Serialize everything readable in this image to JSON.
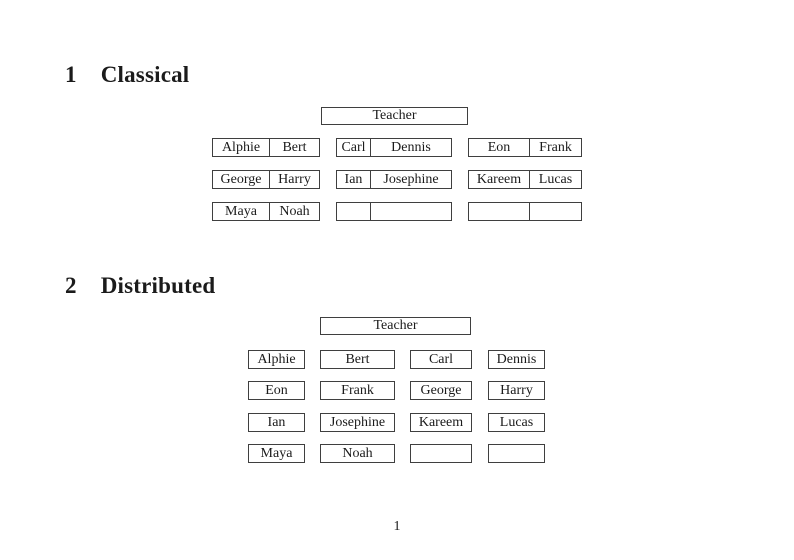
{
  "classical": {
    "number": "1",
    "title": "Classical",
    "teacher": "Teacher",
    "rows": [
      {
        "desks": [
          {
            "left": "Alphie",
            "right": "Bert"
          },
          {
            "left": "Carl",
            "right": "Dennis"
          },
          {
            "left": "Eon",
            "right": "Frank"
          }
        ]
      },
      {
        "desks": [
          {
            "left": "George",
            "right": "Harry"
          },
          {
            "left": "Ian",
            "right": "Josephine"
          },
          {
            "left": "Kareem",
            "right": "Lucas"
          }
        ]
      },
      {
        "desks": [
          {
            "left": "Maya",
            "right": "Noah"
          },
          {
            "left": "",
            "right": ""
          },
          {
            "left": "",
            "right": ""
          }
        ]
      }
    ]
  },
  "distributed": {
    "number": "2",
    "title": "Distributed",
    "teacher": "Teacher",
    "rows": [
      {
        "seats": [
          "Alphie",
          "Bert",
          "Carl",
          "Dennis"
        ]
      },
      {
        "seats": [
          "Eon",
          "Frank",
          "George",
          "Harry"
        ]
      },
      {
        "seats": [
          "Ian",
          "Josephine",
          "Kareem",
          "Lucas"
        ]
      },
      {
        "seats": [
          "Maya",
          "Noah",
          "",
          ""
        ]
      }
    ]
  },
  "footer": {
    "page_number": "1"
  },
  "colors": {
    "text": "#1b1b1b",
    "border": "#3f3f3f",
    "background": "#ffffff"
  }
}
